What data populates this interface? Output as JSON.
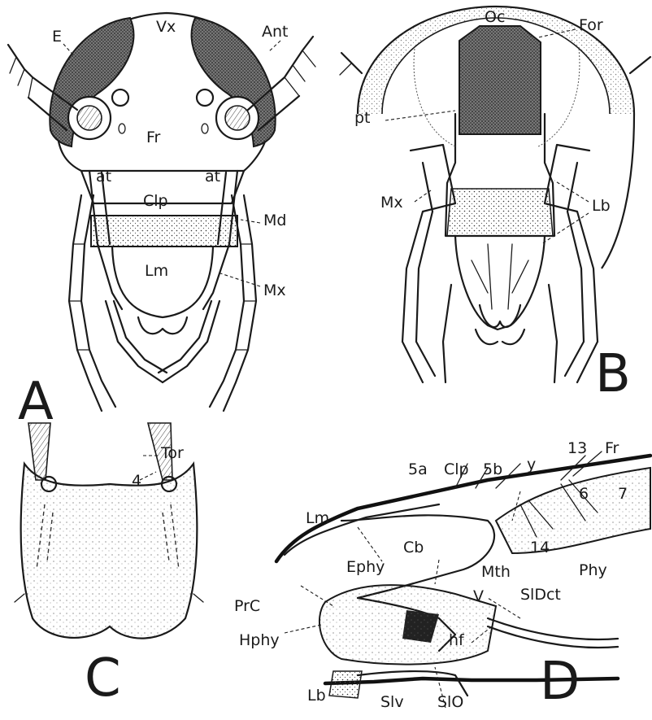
{
  "panels": {
    "A": {
      "letter": "A",
      "labels": {
        "vx": "Vx",
        "e": "E",
        "ant": "Ant",
        "fr": "Fr",
        "at_left": "at",
        "at_right": "at",
        "clp": "Clp",
        "md": "Md",
        "lm": "Lm",
        "mx": "Mx"
      }
    },
    "B": {
      "letter": "B",
      "labels": {
        "oc": "Oc",
        "for": "For",
        "pt": "pt",
        "mx": "Mx",
        "lb": "Lb"
      }
    },
    "C": {
      "letter": "C",
      "labels": {
        "n4": "4",
        "tor": "Tor"
      }
    },
    "D": {
      "letter": "D",
      "labels": {
        "n5a": "5a",
        "clp": "Clp",
        "n5b": "5b",
        "y": "y",
        "n13": "13",
        "fr": "Fr",
        "n6": "6",
        "n7": "7",
        "lm": "Lm",
        "ephy": "Ephy",
        "cb": "Cb",
        "n14": "14",
        "mth": "Mth",
        "phy": "Phy",
        "prc": "PrC",
        "v": "V",
        "sldct": "SlDct",
        "hphy": "Hphy",
        "hf": "hf",
        "lb": "Lb",
        "slv": "Slv",
        "slo": "SlO"
      }
    }
  }
}
